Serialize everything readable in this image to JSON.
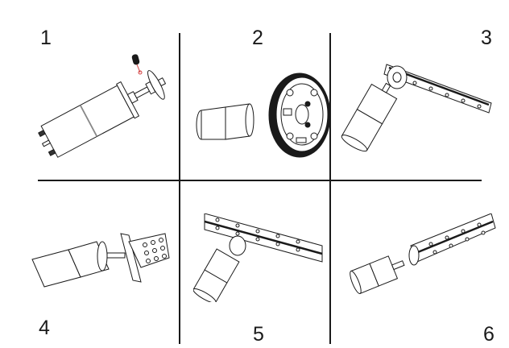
{
  "diagram": {
    "type": "assembly-instructions",
    "description": "Six-step mounting options for a DC gear motor",
    "colors": {
      "line": "#1a1a1a",
      "accent": "#d23a3a",
      "fill": "#ffffff"
    },
    "steps": [
      {
        "number": "1",
        "content": "gear motor with set screw and shaft hub"
      },
      {
        "number": "2",
        "content": "gear motor with large spur gear mounted on hub"
      },
      {
        "number": "3",
        "content": "gear motor with hub attached to end of channel beam"
      },
      {
        "number": "4",
        "content": "gear motor with hub and L-bracket"
      },
      {
        "number": "5",
        "content": "gear motor with hub mounted at middle of channel beam"
      },
      {
        "number": "6",
        "content": "gear motor with hub coupled inline to channel beam"
      }
    ]
  }
}
